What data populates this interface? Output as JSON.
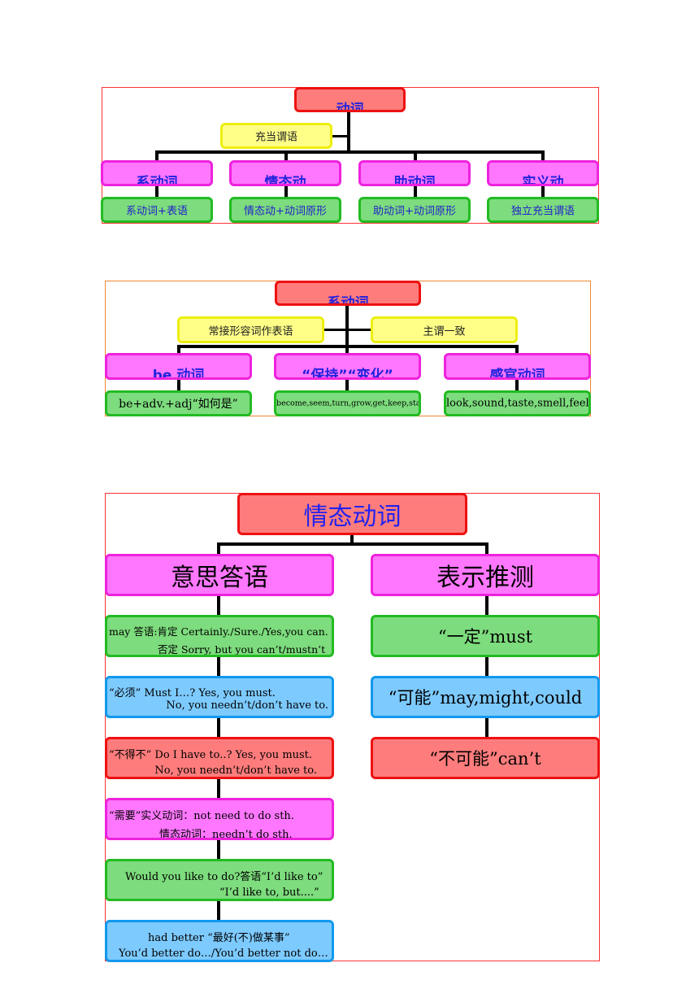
{
  "diagram1": {
    "root": "动词",
    "function": "充当谓语",
    "categories": [
      {
        "name": "系动词",
        "usage": "系动词+表语"
      },
      {
        "name": "情态动",
        "usage": "情态动+动词原形"
      },
      {
        "name": "助动词",
        "usage": "助动词+动词原形"
      },
      {
        "name": "实义动",
        "usage": "独立充当谓语"
      }
    ]
  },
  "diagram2": {
    "root": "系动词",
    "note_left": "常接形容词作表语",
    "note_right": "主谓一致",
    "categories": [
      {
        "name": "be 动词",
        "usage": "be+adv.+adj“如何是”"
      },
      {
        "name": "“保持”“变化”",
        "usage": "become,seem,turn,grow,get,keep,stay"
      },
      {
        "name": "感官动词",
        "usage": "look,sound,taste,smell,feel"
      }
    ]
  },
  "diagram3": {
    "root": "情态动词",
    "left_branch": {
      "title": "意思答语",
      "items": [
        {
          "line1": "may 答语:肯定 Certainly./Sure./Yes,you can.",
          "line2": "否定 Sorry, but you can’t/mustn’t"
        },
        {
          "line1": "“必须” Must I…?  Yes, you must.",
          "line2": "No, you needn’t/don’t have to."
        },
        {
          "line1": "“不得不” Do I have to..?  Yes, you must.",
          "line2": "No, you needn’t/don’t have to."
        },
        {
          "line1": "“需要”实义动词：not need to do sth.",
          "line2": "情态动词：needn’t do sth."
        },
        {
          "line1": "Would you like to do?答语“I’d like to”",
          "line2": "“I’d like to, but....”"
        },
        {
          "line1": "had better “最好(不)做某事”",
          "line2": "You’d better do…/You’d better not do…"
        }
      ]
    },
    "right_branch": {
      "title": "表示推测",
      "items": [
        "“一定”must",
        "“可能”may,might,could",
        "“不可能”can’t"
      ]
    }
  }
}
